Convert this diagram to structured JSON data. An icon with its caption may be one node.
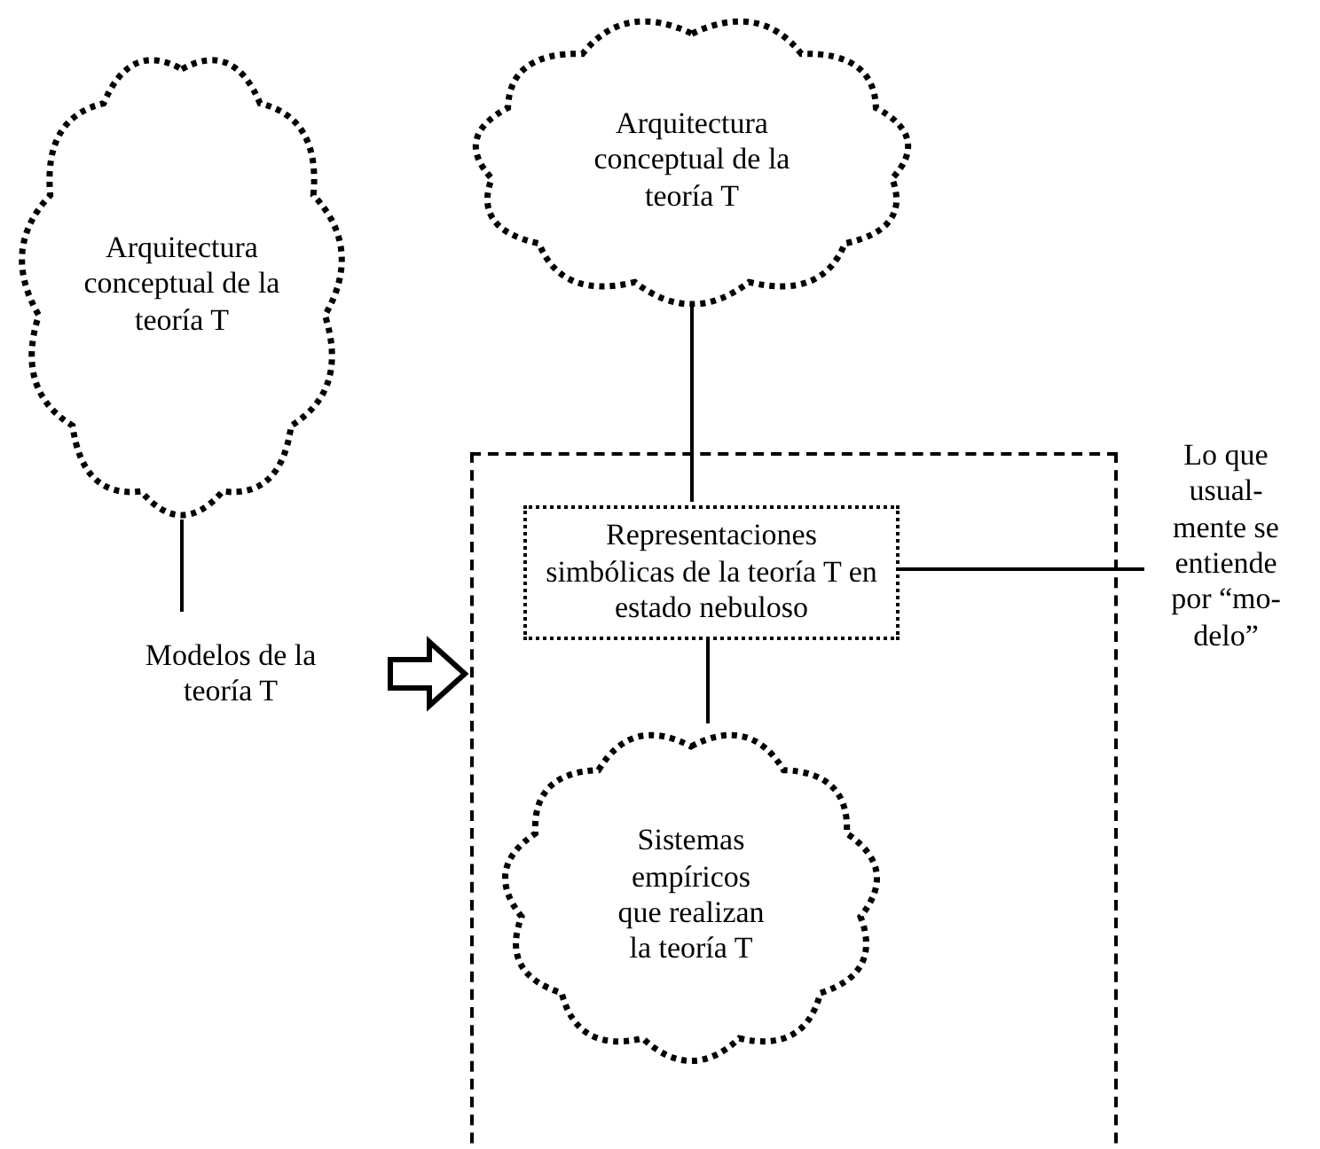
{
  "diagram": {
    "nodes": [
      {
        "text": [
          "Arquitectura conceptual de la teoría T"
        ]
      },
      {
        "text": [
          "Modelos de la teoría T"
        ]
      },
      {
        "text": [
          "Arquitectura conceptual de la teoría T"
        ]
      },
      {
        "text": [],
        "shape": "box"
      },
      {
        "text": [
          "Representaciones simbólicas de la teoría T en estado nebuloso"
        ],
        "in": 3
      },
      {
        "text": [
          "Sistemas empíricos que realizan la teoría T"
        ],
        "in": 3
      },
      {
        "text": [
          "Lo que usual- mente se entiende por “mo- delo”"
        ]
      }
    ],
    "edges": [
      {
        "from": 0,
        "to": 1,
        "arrow": "none"
      },
      {
        "from": 1,
        "to": 3,
        "arrow": "to",
        "style": "thick"
      },
      {
        "from": 2,
        "to": 4,
        "arrow": "none"
      },
      {
        "from": 4,
        "to": 5,
        "arrow": "none"
      },
      {
        "from": 4,
        "to": 6,
        "arrow": "none"
      }
    ]
  }
}
